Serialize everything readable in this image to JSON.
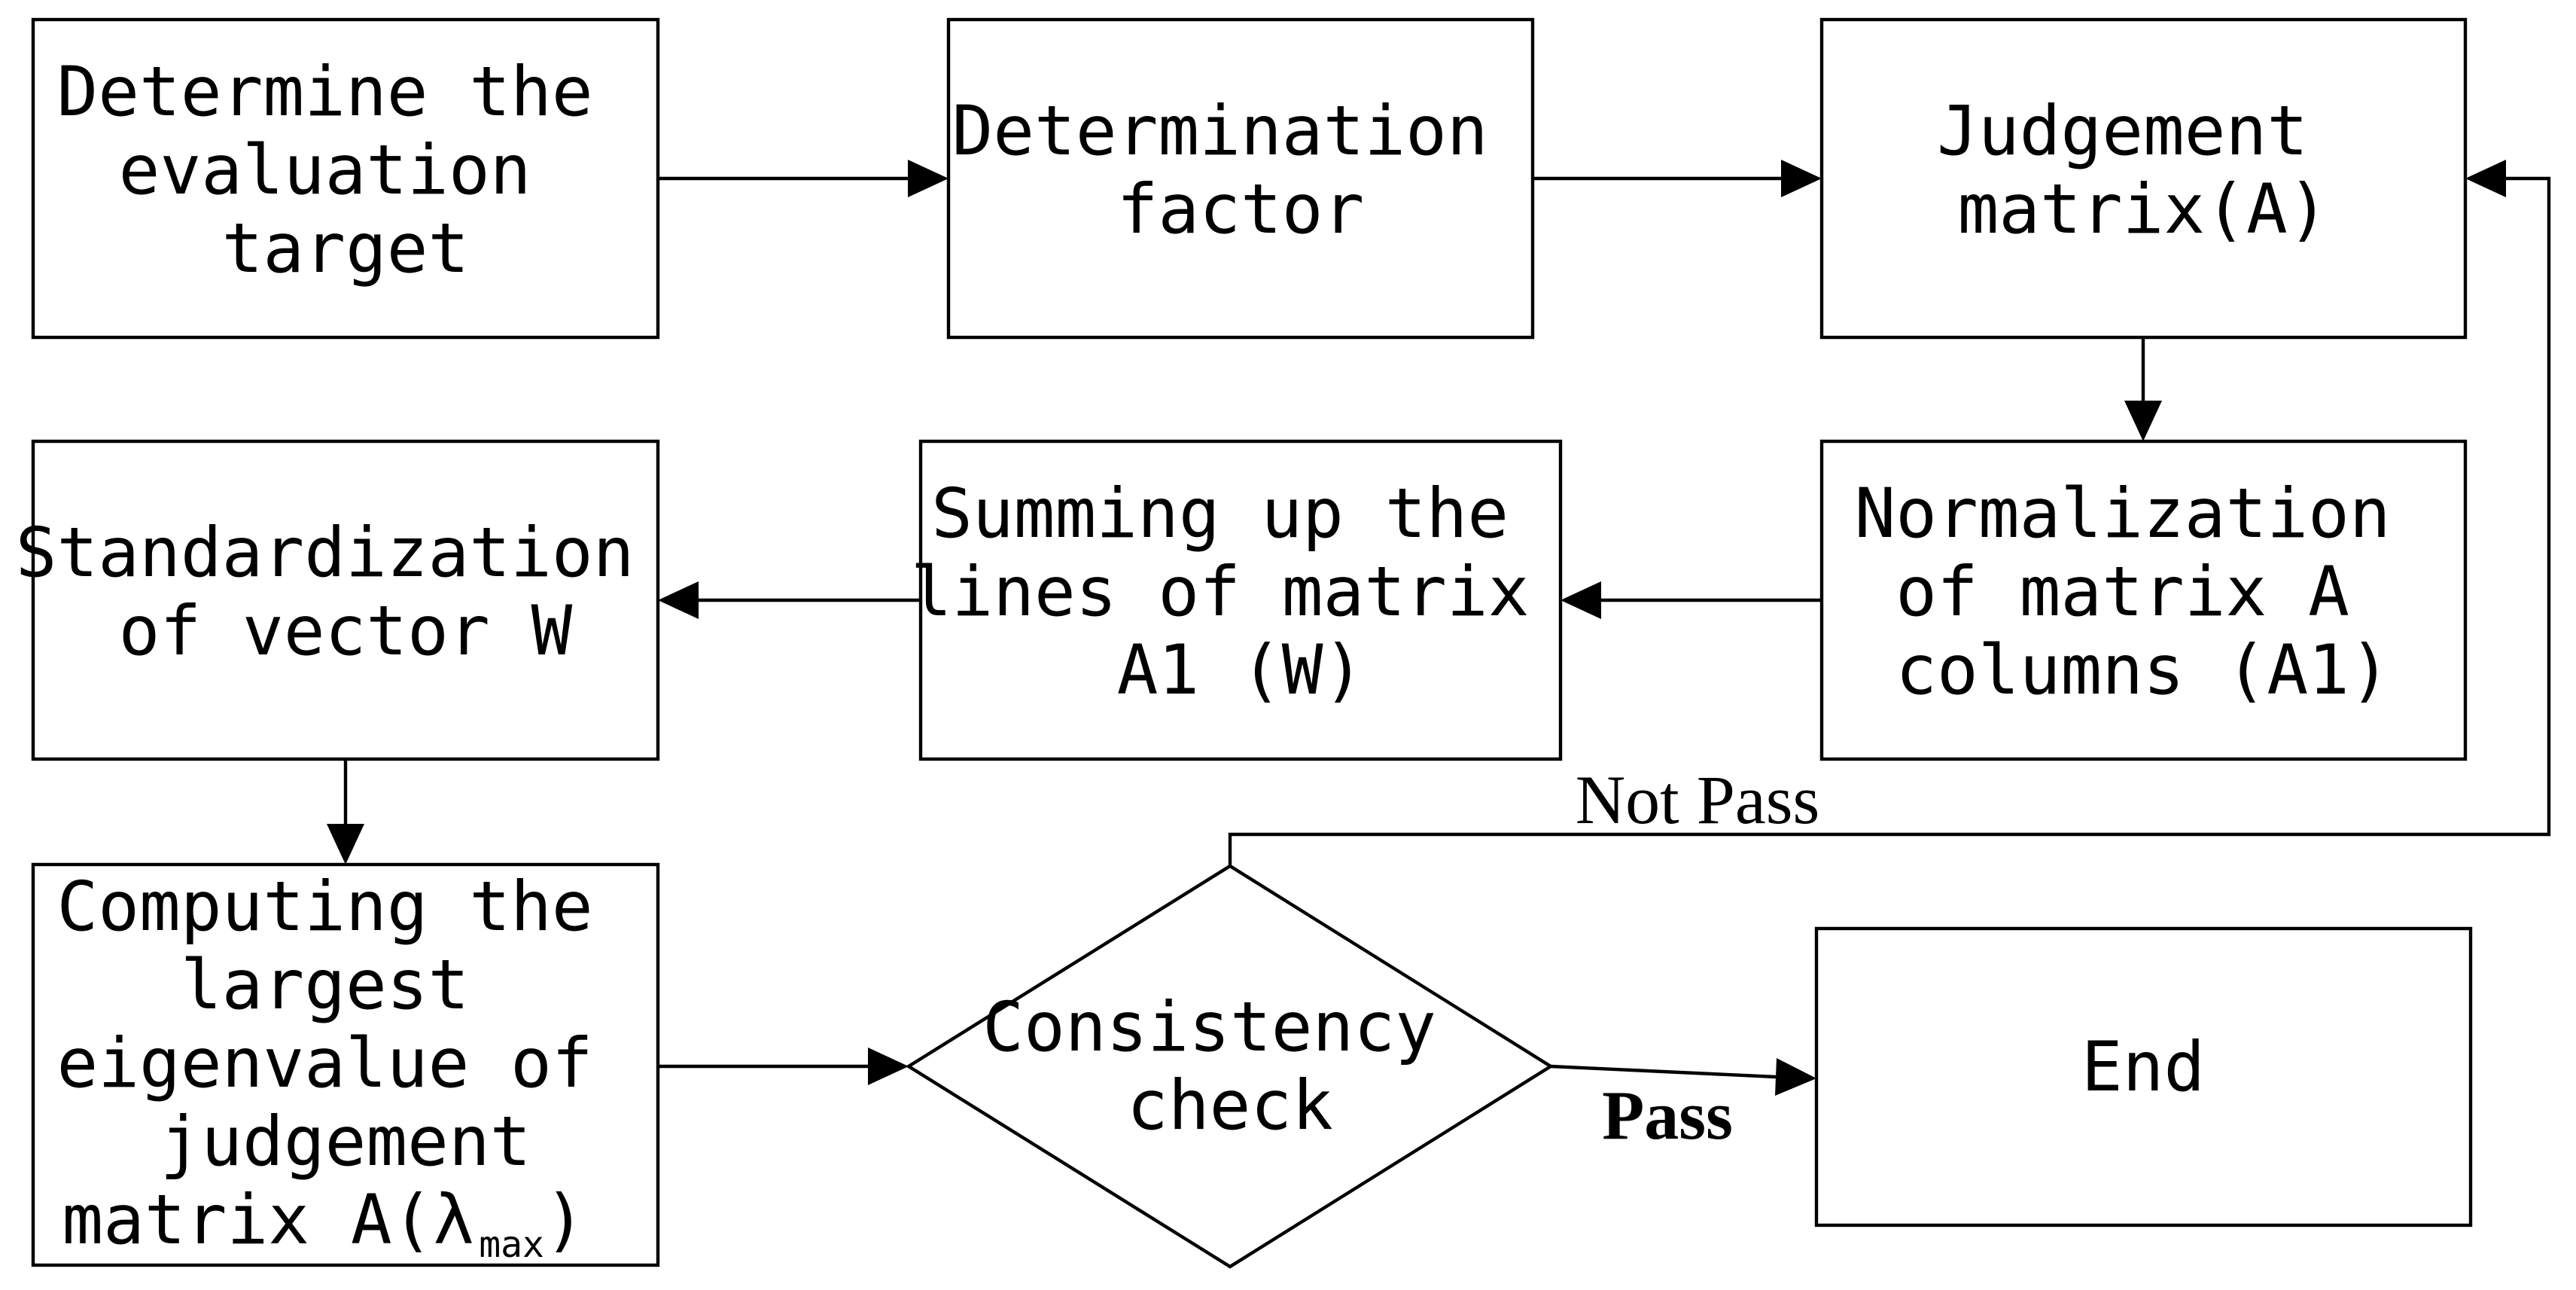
{
  "nodes": {
    "determine_target": {
      "lines": [
        "Determine the",
        "evaluation",
        "target"
      ]
    },
    "determination_factor": {
      "lines": [
        "Determination",
        "factor"
      ]
    },
    "judgement_matrix": {
      "lines": [
        "Judgement",
        "matrix(A)"
      ]
    },
    "normalization": {
      "lines": [
        "Normalization",
        "of matrix A",
        "columns (A1)"
      ]
    },
    "summing_up": {
      "lines": [
        "Summing up the",
        "lines of matrix",
        "A1 (W)"
      ]
    },
    "standardization": {
      "lines": [
        "Standardization",
        "of vector W"
      ]
    },
    "largest_eigenvalue": {
      "lines": [
        "Computing the",
        "largest",
        "eigenvalue of",
        "judgement"
      ],
      "last_line_main": "matrix A(λ",
      "last_line_subscript": "max",
      "last_line_close": ")"
    },
    "consistency_check": {
      "lines": [
        "Consistency",
        "check"
      ]
    },
    "end": {
      "lines": [
        "End"
      ]
    }
  },
  "edge_labels": {
    "not_pass": "Not Pass",
    "pass": "Pass"
  },
  "colors": {
    "stroke": "#000000",
    "background": "#ffffff"
  }
}
